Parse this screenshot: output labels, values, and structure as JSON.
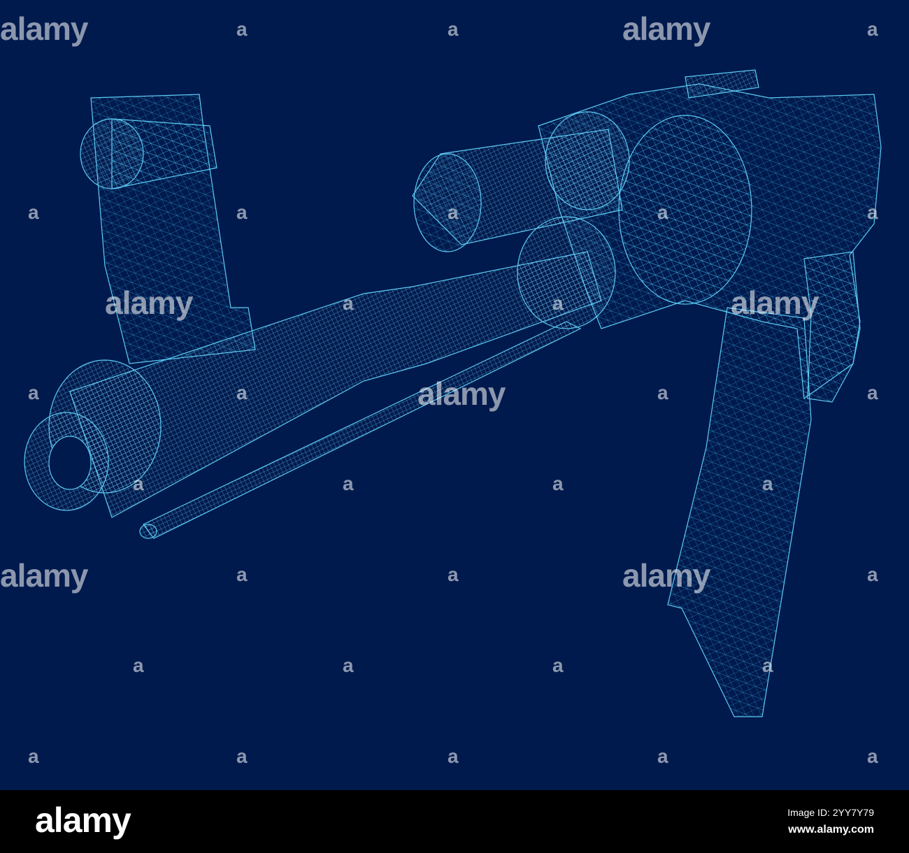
{
  "image": {
    "subject": "blue wireframe rifle",
    "background_color": "#001a4d",
    "wire_color": "#4fc3f7"
  },
  "watermark": {
    "word": "alamy",
    "glyph": "a"
  },
  "footer": {
    "logo": "alamy",
    "image_id": "Image ID: 2YY7Y79",
    "url": "www.alamy.com"
  }
}
